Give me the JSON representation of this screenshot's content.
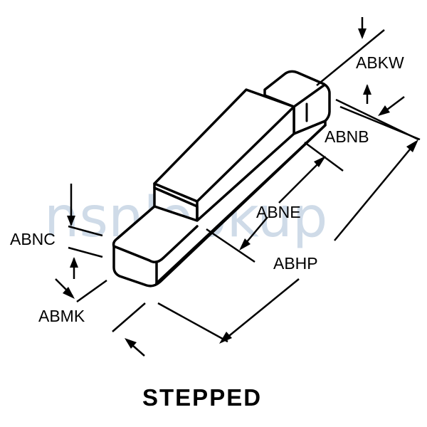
{
  "watermark": "nsnlookup",
  "caption": "STEPPED",
  "dimensions": {
    "abkw": "ABKW",
    "abnb": "ABNB",
    "abne": "ABNE",
    "abhp": "ABHP",
    "abnc": "ABNC",
    "abmk": "ABMK"
  },
  "colors": {
    "ink": "#000000",
    "background": "#ffffff",
    "watermark": "#a9bfd6"
  }
}
